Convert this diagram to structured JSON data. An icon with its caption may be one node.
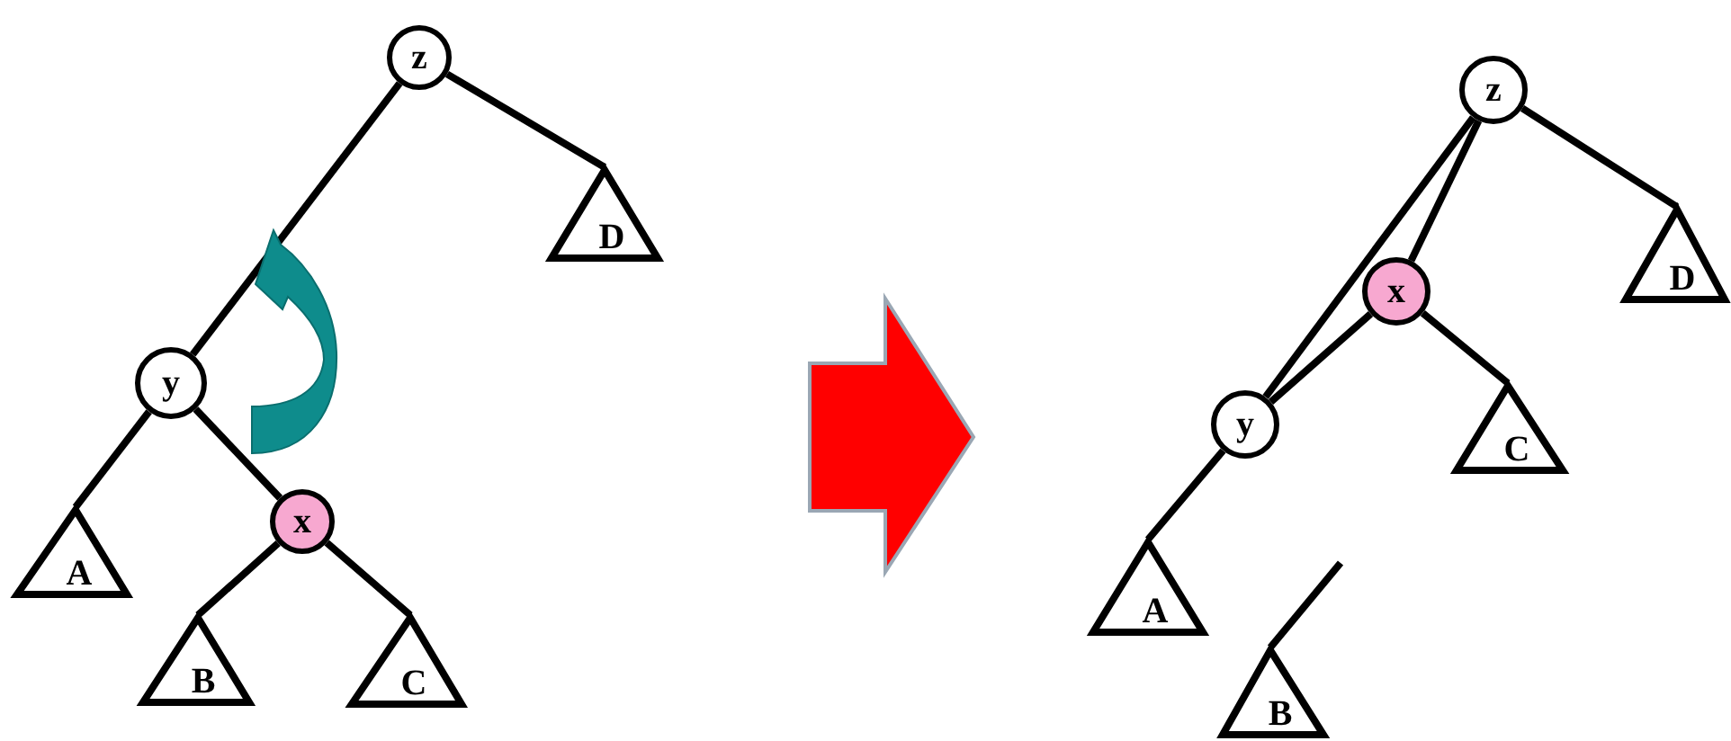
{
  "diagram": {
    "nodes": [
      {
        "text": [
          "z"
        ]
      },
      {
        "text": [
          "D"
        ]
      },
      {
        "text": [
          "y"
        ]
      },
      {
        "text": [
          "x"
        ]
      },
      {
        "text": [
          "A"
        ]
      },
      {
        "text": [
          "B"
        ]
      },
      {
        "text": [
          "C"
        ]
      },
      {
        "text": [
          "z"
        ]
      },
      {
        "text": [
          "x"
        ]
      },
      {
        "text": [
          "D"
        ]
      },
      {
        "text": [
          "y"
        ]
      },
      {
        "text": [
          "C"
        ]
      },
      {
        "text": [
          "A"
        ]
      },
      {
        "text": [
          "B"
        ]
      }
    ],
    "edges": [
      {
        "from": 0,
        "to": 1,
        "arrow": "none"
      },
      {
        "from": 0,
        "to": 2,
        "arrow": "none"
      },
      {
        "from": 2,
        "to": 4,
        "arrow": "none"
      },
      {
        "from": 2,
        "to": 3,
        "arrow": "none"
      },
      {
        "from": 3,
        "to": 5,
        "arrow": "none"
      },
      {
        "from": 3,
        "to": 6,
        "arrow": "none"
      },
      {
        "from": 7,
        "to": 8,
        "arrow": "none"
      },
      {
        "from": 7,
        "to": 10,
        "arrow": "none"
      },
      {
        "from": 8,
        "to": 10,
        "arrow": "none"
      },
      {
        "from": 7,
        "to": 9,
        "arrow": "none"
      },
      {
        "from": 8,
        "to": 11,
        "arrow": "none"
      },
      {
        "from": 10,
        "to": 12,
        "arrow": "none"
      },
      {
        "from": 13,
        "to": null,
        "arrow": "none"
      }
    ]
  }
}
